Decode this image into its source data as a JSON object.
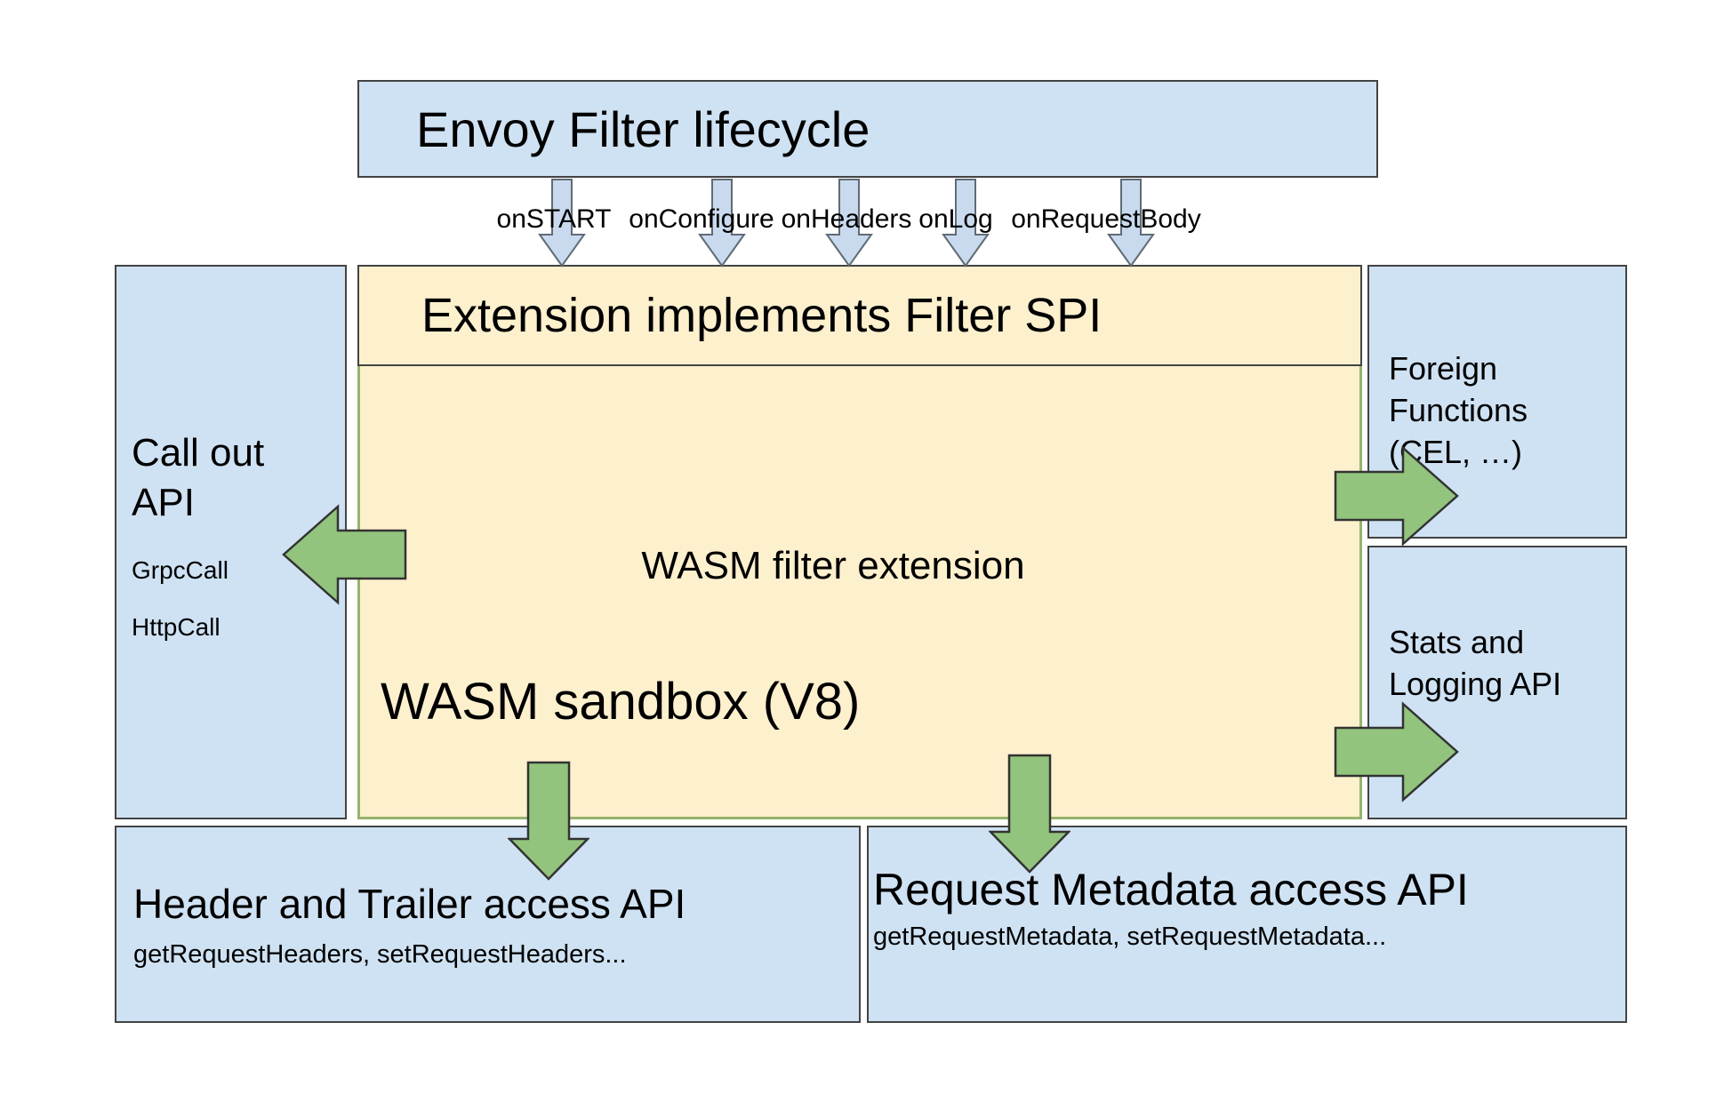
{
  "diagram": {
    "title_box": {
      "label": "Envoy Filter lifecycle"
    },
    "lifecycle_events": [
      "onSTART",
      "onConfigure",
      "onHeaders",
      "onLog",
      "onRequestBody"
    ],
    "extension_box": {
      "header": "Extension implements Filter SPI",
      "filter_label": "WASM filter extension",
      "sandbox_label": "WASM sandbox (V8)"
    },
    "callout_box": {
      "title": "Call out API",
      "items": [
        "GrpcCall",
        "HttpCall"
      ]
    },
    "foreign_functions_box": {
      "label": "Foreign Functions (CEL, …)"
    },
    "stats_logging_box": {
      "label": "Stats and Logging API"
    },
    "header_trailer_box": {
      "title": "Header and Trailer access API",
      "subtitle": "getRequestHeaders, setRequestHeaders..."
    },
    "request_metadata_box": {
      "title": "Request Metadata access API",
      "subtitle": "getRequestMetadata, setRequestMetadata..."
    },
    "colors": {
      "box_blue": "#cfe2f3",
      "box_yellow": "#fdf0cd",
      "yellow_border_green": "#95b46d",
      "arrow_blue": "#c9daee",
      "arrow_green": "#93c47d",
      "border_dark": "#434343"
    }
  }
}
